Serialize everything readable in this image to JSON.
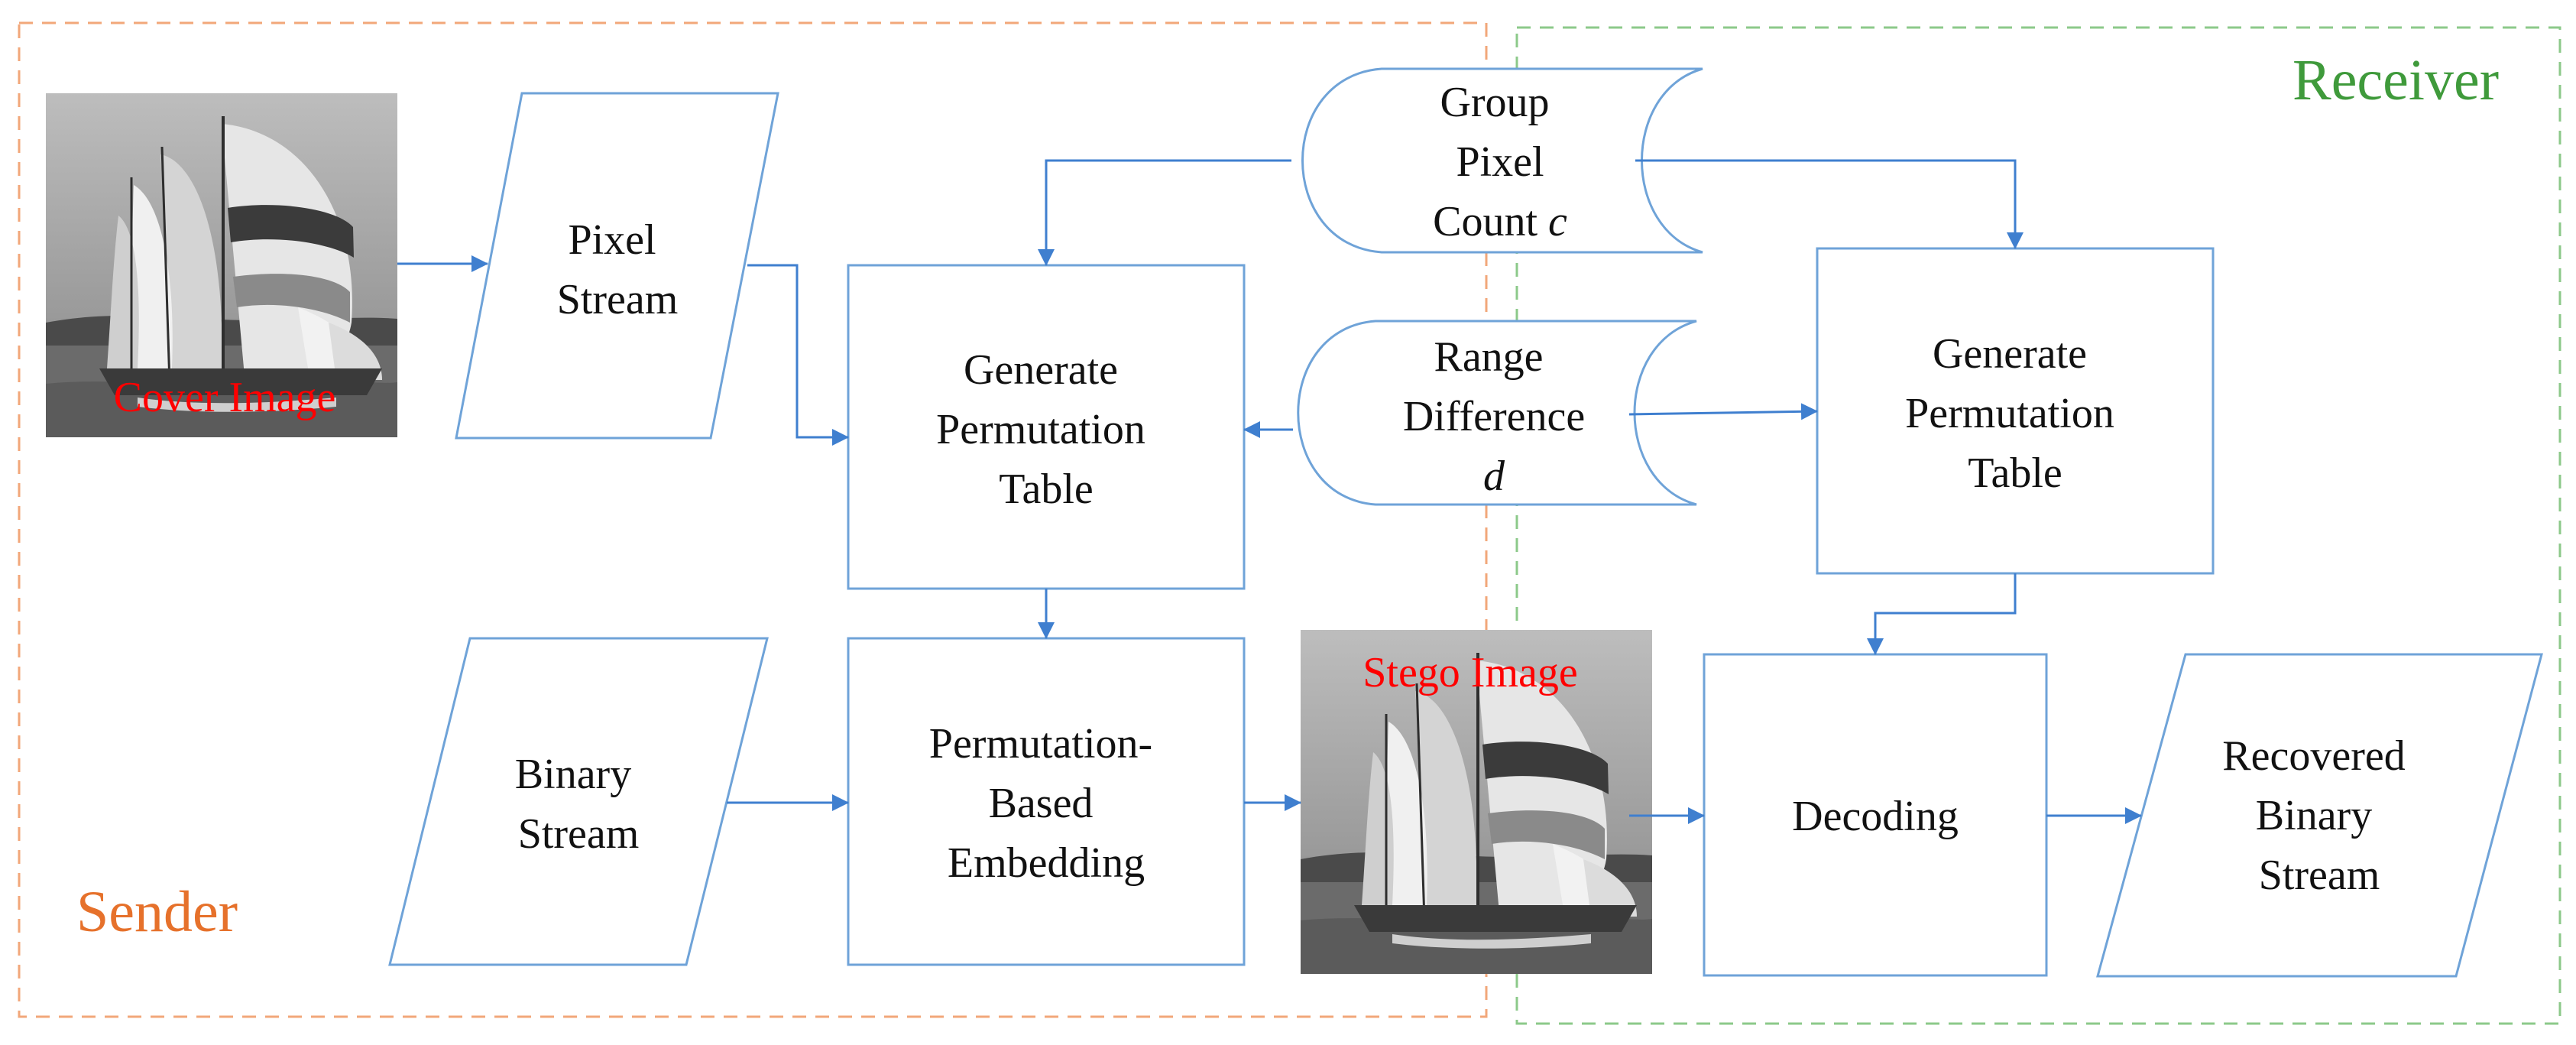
{
  "regions": {
    "sender": "Sender",
    "receiver": "Receiver"
  },
  "colors": {
    "sender_border": "#f2a77a",
    "sender_text": "#e6712b",
    "receiver_border": "#8cc98a",
    "receiver_text": "#3f9a3b",
    "box_stroke": "#6fa3d8",
    "arrow": "#3f7fcf",
    "image_caption": "#ff0000"
  },
  "images": {
    "cover": "Cover Image",
    "stego": "Stego Image"
  },
  "nodes": {
    "pixel_stream": [
      "Pixel",
      "Stream"
    ],
    "binary_stream": [
      "Binary",
      "Stream"
    ],
    "gen_table_sender": [
      "Generate",
      "Permutation",
      "Table"
    ],
    "embedding": [
      "Permutation-",
      "Based",
      "Embedding"
    ],
    "group_pixel_count": {
      "lines": [
        "Group",
        "Pixel",
        "Count"
      ],
      "variable": "c"
    },
    "range_difference": {
      "lines": [
        "Range",
        "Difference"
      ],
      "variable": "d"
    },
    "gen_table_receiver": [
      "Generate",
      "Permutation",
      "Table"
    ],
    "decoding": [
      "Decoding"
    ],
    "recovered_stream": [
      "Recovered",
      "Binary",
      "Stream"
    ]
  }
}
